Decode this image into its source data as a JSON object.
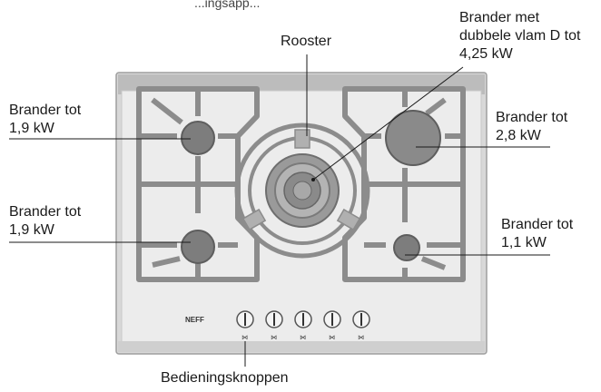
{
  "labels": {
    "top_fragment": "...ingsapp...",
    "dual_flame_burner": "Brander met\ndubbele vlam D tot\n4,25 kW",
    "grate": "Rooster",
    "burner_top_left": "Brander tot\n1,9 kW",
    "burner_top_right": "Brander tot\n2,8 kW",
    "burner_bottom_left": "Brander tot\n1,9 kW",
    "burner_bottom_right": "Brander tot\n1,1 kW",
    "control_knobs": "Bedieningsknoppen"
  },
  "brand_badge": "NEFF",
  "knob_count": 5,
  "colors": {
    "cooktop_glass": "#e9e9e9",
    "cooktop_frame": "#bdbdbd",
    "grate": "#8c8c8c",
    "burner": "#7a7a7a",
    "leader_line": "#1a1a1a"
  }
}
